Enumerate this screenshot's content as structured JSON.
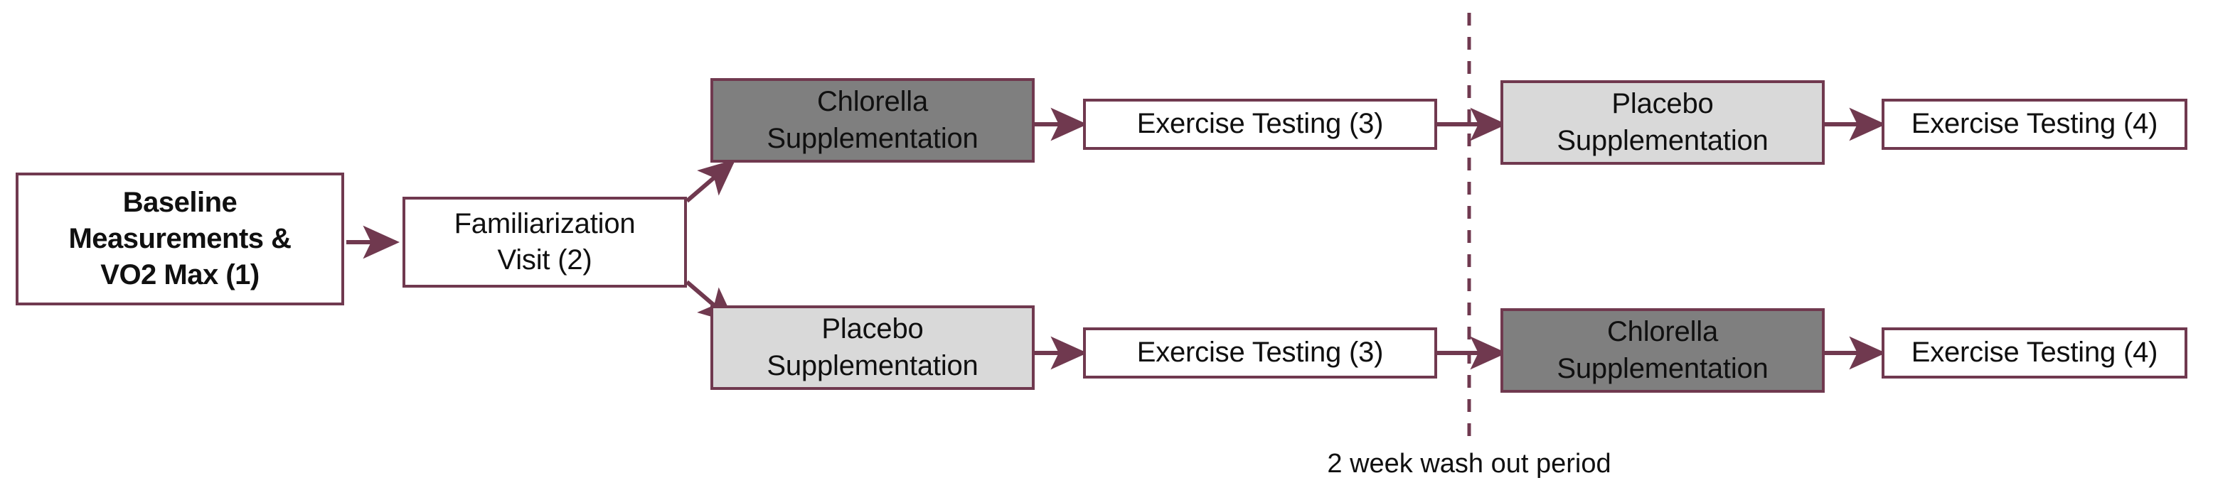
{
  "figure": {
    "type": "flowchart",
    "title": "Crossover study design flow diagram",
    "colors": {
      "border": "#70394f",
      "arrow": "#70394f",
      "fill_white": "#ffffff",
      "fill_dark_gray": "#7f7f7f",
      "fill_light_gray": "#d9d9d9",
      "text": "#101010",
      "background": "#ffffff"
    },
    "divider": {
      "style": "dashed-vertical",
      "label": "2 week wash out period"
    }
  },
  "nodes": {
    "baseline": "Baseline\nMeasurements &\nVO2 Max (1)",
    "familiarization": "Familiarization\nVisit (2)",
    "arm_a_period1": "Chlorella\nSupplementation",
    "arm_a_test1": "Exercise Testing (3)",
    "arm_a_period2": "Placebo\nSupplementation",
    "arm_a_test2": "Exercise Testing (4)",
    "arm_b_period1": "Placebo\nSupplementation",
    "arm_b_test1": "Exercise Testing (3)",
    "arm_b_period2": "Chlorella\nSupplementation",
    "arm_b_test2": "Exercise Testing (4)"
  },
  "washout": {
    "label": "2 week wash out period"
  },
  "sequence": {
    "arm_a": [
      "Chlorella Supplementation",
      "Exercise Testing (3)",
      "Placebo Supplementation",
      "Exercise Testing (4)"
    ],
    "arm_b": [
      "Placebo Supplementation",
      "Exercise Testing (3)",
      "Chlorella Supplementation",
      "Exercise Testing (4)"
    ],
    "shared_start": [
      "Baseline Measurements & VO2 Max (1)",
      "Familiarization Visit (2)"
    ]
  }
}
